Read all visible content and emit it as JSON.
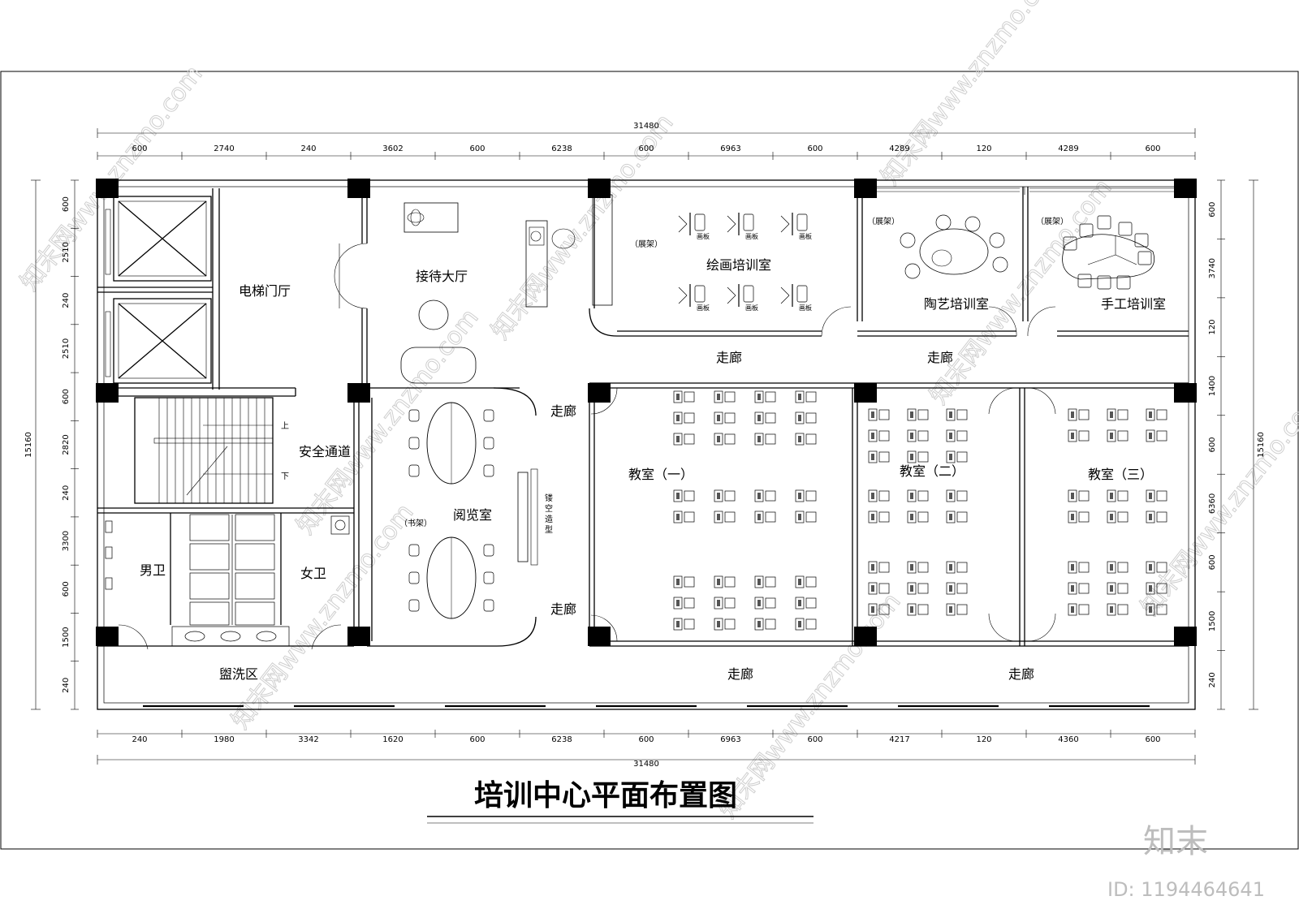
{
  "title": "培训中心平面布置图",
  "dims": {
    "total": "31480",
    "top": [
      "600",
      "2740",
      "240",
      "3602",
      "600",
      "6238",
      "600",
      "6963",
      "600",
      "4289",
      "120",
      "4289",
      "600"
    ],
    "bottom": [
      "240",
      "1980",
      "3342",
      "1620",
      "600",
      "6238",
      "600",
      "6963",
      "600",
      "4217",
      "120",
      "4360",
      "600"
    ],
    "left_total": "15160",
    "left": [
      "600",
      "2510",
      "240",
      "2510",
      "600",
      "2820",
      "240",
      "3300",
      "600",
      "1500",
      "240"
    ],
    "right_total": "15160",
    "right": [
      "600",
      "3740",
      "120",
      "1400",
      "600",
      "6360",
      "600",
      "1500",
      "240"
    ]
  },
  "rooms": {
    "elevator_hall": "电梯门厅",
    "reception": "接待大厅",
    "painting": "绘画培训室",
    "pottery": "陶艺培训室",
    "handcraft": "手工培训室",
    "safety_passage": "安全通道",
    "reading": "阅览室",
    "classroom1": "教室（一）",
    "classroom2": "教室（二）",
    "classroom3": "教室（三）",
    "mens_wc": "男卫",
    "womens_wc": "女卫",
    "washing": "盥洗区"
  },
  "corridor": "走廊",
  "labels": {
    "shelf": "（展架）",
    "bookshelf": "（书架）",
    "board": "画板",
    "hollow_shape": "镂空造型",
    "up": "上",
    "down": "下"
  },
  "watermark": "知末网www.znzmo.com",
  "brand": "知末",
  "id_text": "ID: 1194464641"
}
